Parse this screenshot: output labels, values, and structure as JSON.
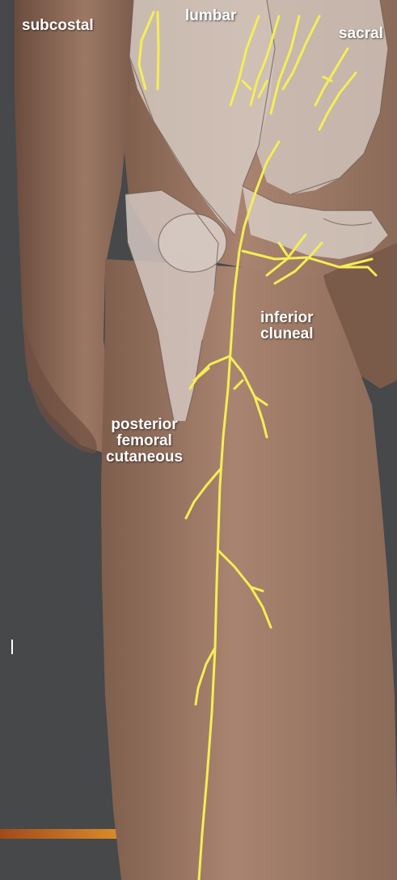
{
  "labels": {
    "subcostal": "subcostal",
    "lumbar": "lumbar",
    "sacral": "sacral",
    "inferior_cluneal": [
      "inferior",
      "cluneal"
    ],
    "posterior_femoral_cutaneous": [
      "posterior",
      "femoral",
      "cutaneous"
    ]
  },
  "colors": {
    "background": "#46484a",
    "nerve": "#f4ee55",
    "skin": "#a8806a",
    "bone": "#d8ccc4",
    "label_text": "#ffffff"
  }
}
